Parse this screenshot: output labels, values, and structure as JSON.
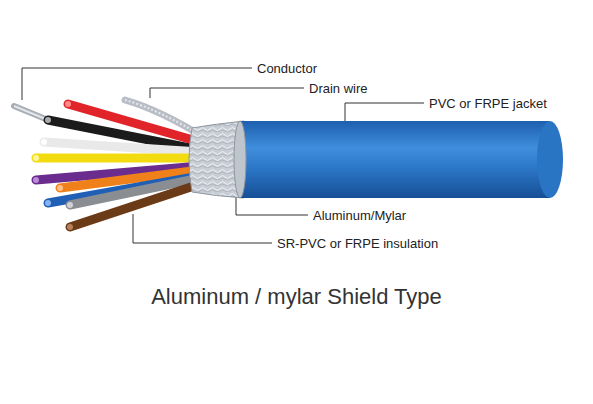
{
  "diagram": {
    "caption": "Aluminum / mylar Shield Type",
    "labels": [
      "Conductor",
      "Drain wire",
      "PVC or FRPE jacket",
      "Aluminum/Mylar",
      "SR-PVC or FRPE insulation"
    ]
  }
}
